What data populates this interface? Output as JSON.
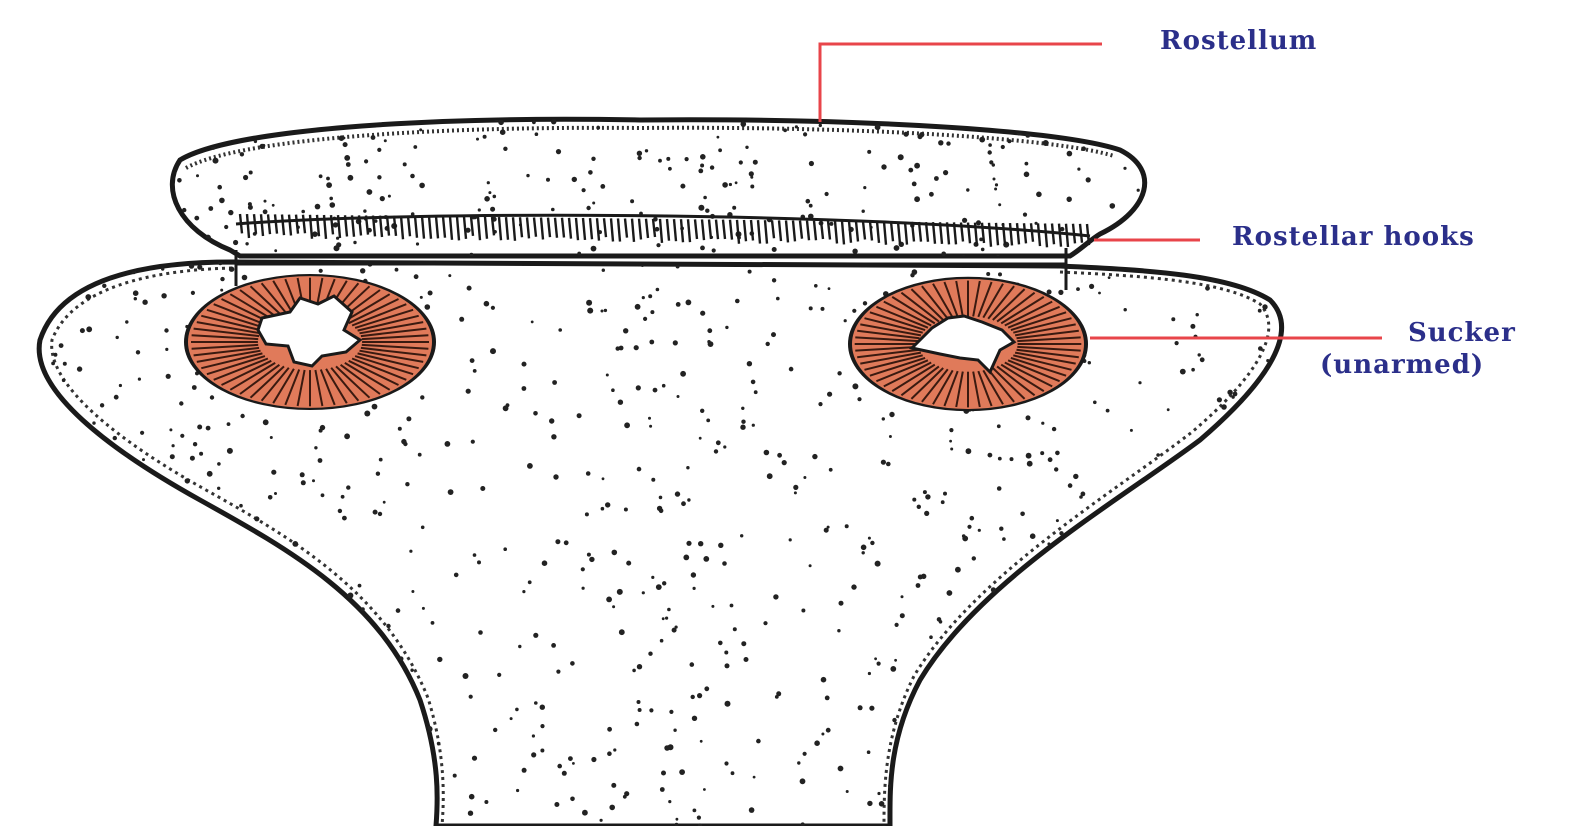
{
  "labels": {
    "rostellum": "Rostellum",
    "rostellar_hooks": "Rostellar hooks",
    "sucker": "Sucker",
    "sucker_note": "(unarmed)"
  },
  "colors": {
    "label_text": "#2b2f8a",
    "leader_line": "#e8454a",
    "sucker_fill": "#e07a5a",
    "outline": "#1a1a1a",
    "stipple": "#222222",
    "background": "#ffffff"
  }
}
